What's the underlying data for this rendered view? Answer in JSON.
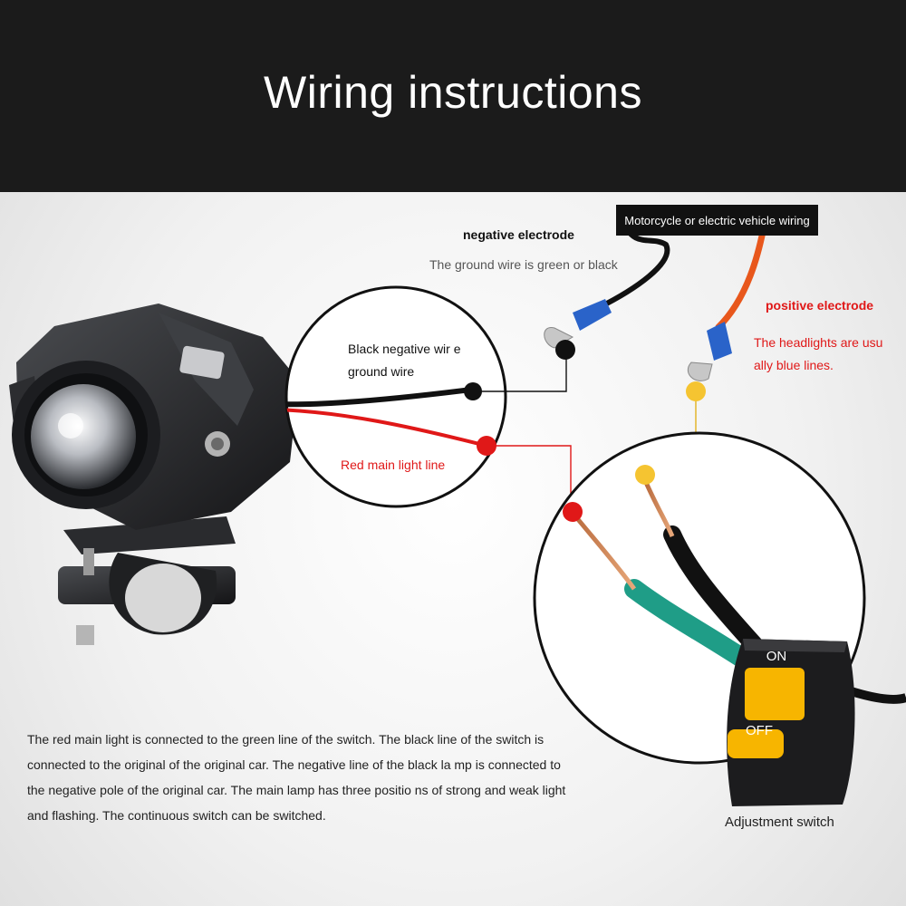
{
  "header": {
    "title": "Wiring instructions"
  },
  "labels": {
    "vehicle_wiring": "Motorcycle or electric vehicle wiring",
    "negative_title": "negative electrode",
    "negative_desc": "The ground wire is green or black",
    "positive_title": "positive electrode",
    "positive_desc": "The headlights are usu ally blue lines.",
    "black_wire": "Black negative wir e ground wire",
    "red_line": "Red main light line",
    "switch_on": "ON",
    "switch_off": "OFF",
    "switch_caption": "Adjustment switch"
  },
  "description": "The red main light is connected to the green line of the switch. The black line of the switch is connected to the original of the original car. The negative line of the black la mp is connected to the negative pole of the original car. The main lamp has three positio ns of strong and weak light and flashing. The continuous switch can be switched.",
  "colors": {
    "banner": "#1b1b1b",
    "red_wire": "#e01818",
    "yellow_marker": "#f5c431",
    "orange_wire": "#e8571c",
    "green_wire": "#1f9d87",
    "switch_button": "#f7b500"
  }
}
